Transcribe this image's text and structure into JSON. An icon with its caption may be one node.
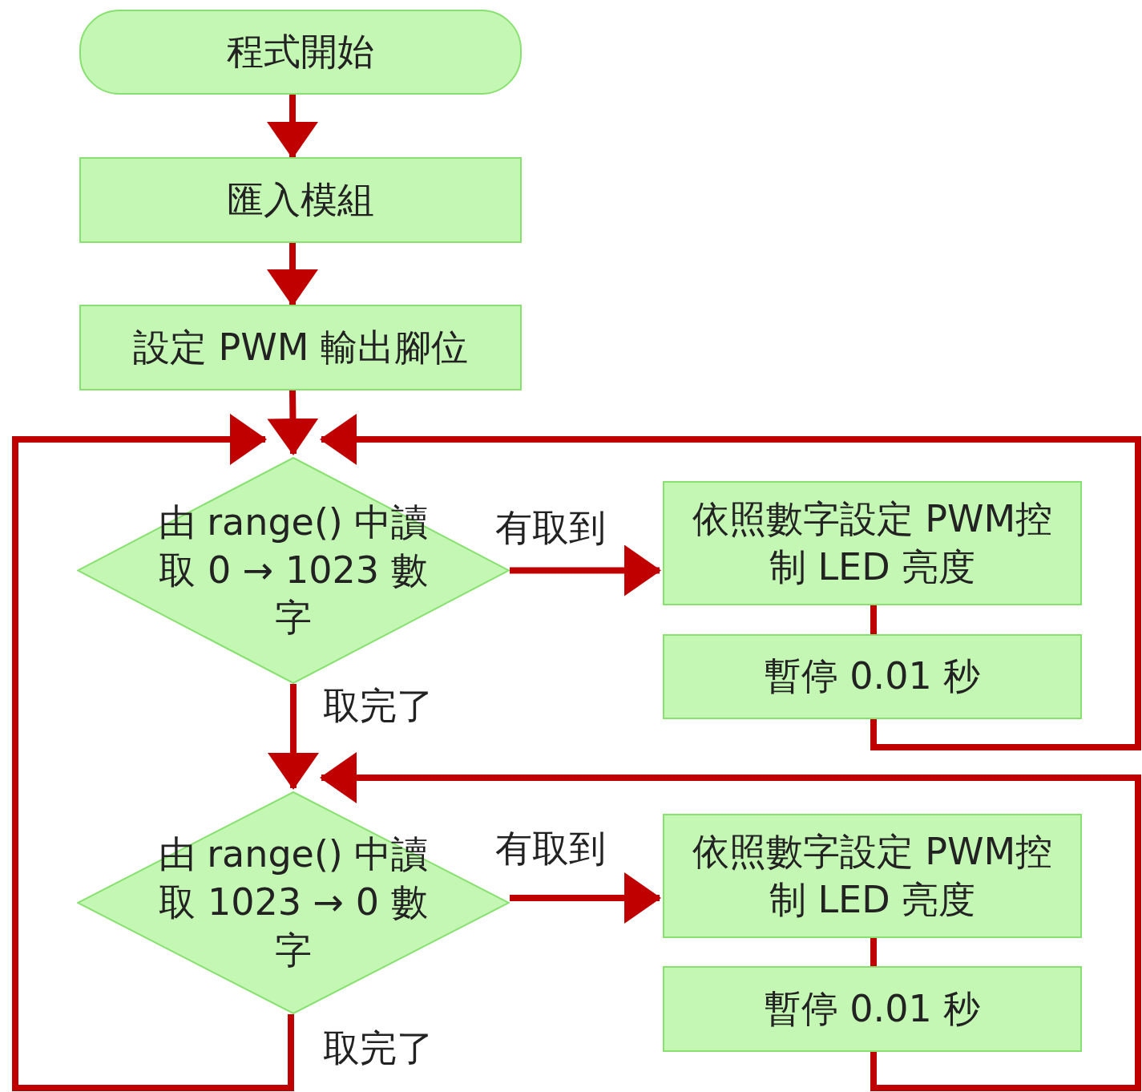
{
  "diagram": {
    "nodes": [
      {
        "text": [
          "程式開始"
        ]
      },
      {
        "text": [
          "匯入模組"
        ]
      },
      {
        "text": [
          "設定 PWM 輸出腳位"
        ]
      },
      {
        "text": [
          "由 range() 中讀取 0 → 1023 數字"
        ]
      },
      {
        "text": [
          "依照數字設定 PWM控制 LED 亮度"
        ]
      },
      {
        "text": [
          "暫停 0.01 秒"
        ]
      },
      {
        "text": [
          "由 range() 中讀取 1023 → 0 數字"
        ]
      },
      {
        "text": [
          "依照數字設定 PWM控制 LED 亮度"
        ]
      },
      {
        "text": [
          "暫停 0.01 秒"
        ]
      }
    ],
    "edges": [
      {
        "from": 0,
        "to": 1,
        "arrow": "to"
      },
      {
        "from": 1,
        "to": 2,
        "arrow": "to"
      },
      {
        "from": 2,
        "to": 3,
        "arrow": "to"
      },
      {
        "from": 3,
        "to": 4,
        "arrow": "to",
        "label": "有取到"
      },
      {
        "from": 4,
        "to": 5,
        "arrow": "none"
      },
      {
        "from": 5,
        "to": 3,
        "arrow": "to"
      },
      {
        "from": 3,
        "to": 6,
        "arrow": "to",
        "label": "取完了"
      },
      {
        "from": 6,
        "to": 7,
        "arrow": "to",
        "label": "有取到"
      },
      {
        "from": 7,
        "to": 8,
        "arrow": "none"
      },
      {
        "from": 8,
        "to": 6,
        "arrow": "to"
      },
      {
        "from": 6,
        "to": 3,
        "arrow": "to",
        "label": "取完了"
      }
    ]
  }
}
